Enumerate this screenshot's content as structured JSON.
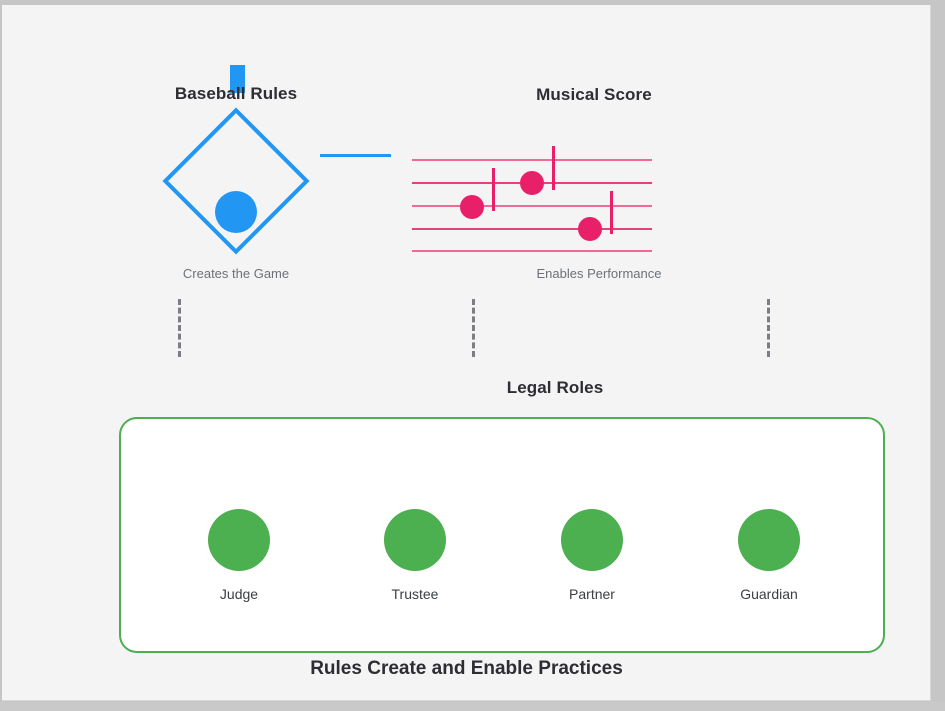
{
  "diagram": {
    "footer_title": "Rules Create and Enable Practices",
    "colors": {
      "baseball_blue": "#2196f3",
      "score_pink": "#e8206a",
      "roles_green": "#4caf50",
      "background": "#f4f4f4",
      "frame_gray": "#c6c6c6"
    },
    "panels": [
      {
        "id": "baseball",
        "title": "Baseball Rules",
        "caption": "Creates the Game",
        "icon": "diamond-with-base-dot"
      },
      {
        "id": "musical_score",
        "title": "Musical Score",
        "caption": "Enables Performance",
        "icon": "five-line-staff-with-three-notes",
        "staff_line_count": 5,
        "note_count": 3
      }
    ],
    "roles_section": {
      "title": "Legal Roles",
      "roles": [
        {
          "label": "Judge"
        },
        {
          "label": "Trustee"
        },
        {
          "label": "Partner"
        },
        {
          "label": "Guardian"
        }
      ]
    },
    "connectors": {
      "horizontal_link": "baseball-to-score-link",
      "dashed_count": 3
    }
  }
}
